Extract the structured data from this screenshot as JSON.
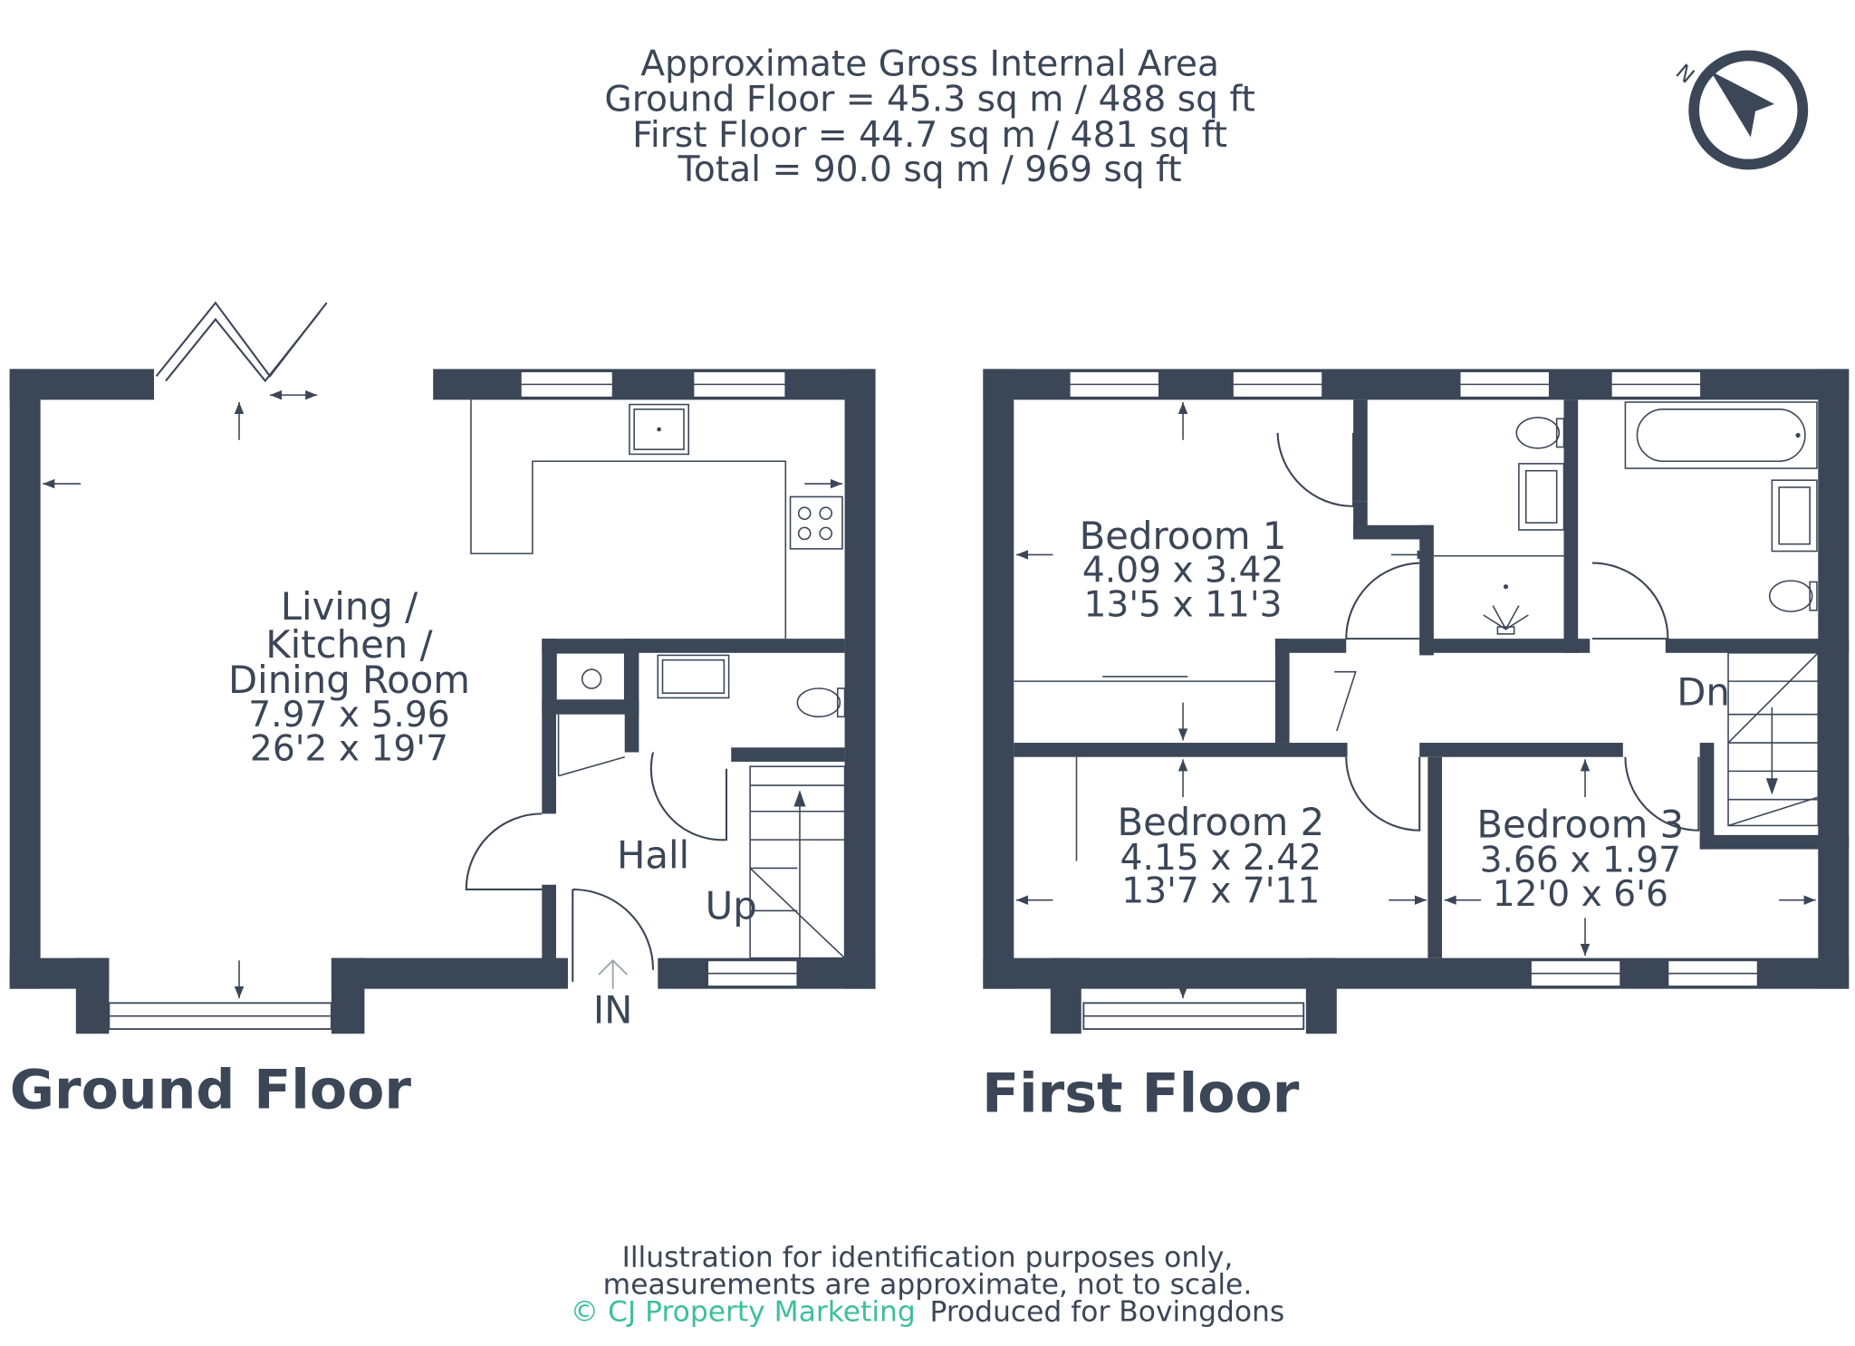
{
  "header": {
    "lines": [
      "Approximate Gross Internal Area",
      "Ground Floor = 45.3 sq m / 488 sq ft",
      "First Floor = 44.7 sq m / 481 sq ft",
      "Total = 90.0 sq m / 969 sq ft"
    ]
  },
  "compass": {
    "label": "N",
    "icon": "compass-north-icon"
  },
  "ground_floor": {
    "title": "Ground Floor",
    "living": {
      "line1": "Living /",
      "line2": "Kitchen /",
      "line3": "Dining Room",
      "metric": "7.97 x 5.96",
      "imperial": "26'2 x 19'7"
    },
    "hall": "Hall",
    "stairs": "Up",
    "entrance": "IN"
  },
  "first_floor": {
    "title": "First Floor",
    "bedroom1": {
      "name": "Bedroom 1",
      "metric": "4.09 x 3.42",
      "imperial": "13'5 x 11'3"
    },
    "bedroom2": {
      "name": "Bedroom 2",
      "metric": "4.15 x 2.42",
      "imperial": "13'7 x 7'11"
    },
    "bedroom3": {
      "name": "Bedroom 3",
      "metric": "3.66 x 1.97",
      "imperial": "12'0 x 6'6"
    },
    "stairs": "Dn"
  },
  "footer": {
    "line1": "Illustration for identification purposes only,",
    "line2": "measurements are approximate, not to scale.",
    "brand": "© CJ Property Marketing",
    "produced": "Produced for Bovingdons"
  },
  "colors": {
    "wall": "#3b4657",
    "brand": "#3dbf9e"
  }
}
